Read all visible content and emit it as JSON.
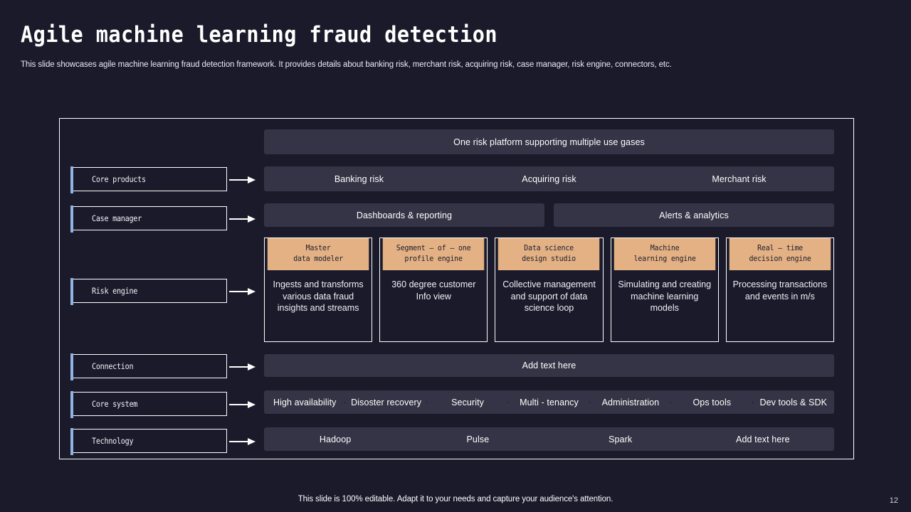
{
  "header": {
    "title": "Agile machine learning fraud detection",
    "subtitle": "This slide showcases agile machine learning fraud detection framework. It provides details about banking risk, merchant risk, acquiring risk, case manager, risk engine, connectors, etc."
  },
  "colors": {
    "background": "#1a1a2b",
    "bar": "#343446",
    "card_header": "#e3b184",
    "accent": "#8fb4e3",
    "border": "#ffffff",
    "text": "#ffffff"
  },
  "rail": {
    "items": [
      {
        "label": "Core products"
      },
      {
        "label": "Case manager"
      },
      {
        "label": "Risk engine"
      },
      {
        "label": "Connection"
      },
      {
        "label": "Core system"
      },
      {
        "label": "Technology"
      }
    ]
  },
  "content": {
    "platform_bar": "One risk platform  supporting  multiple use gases",
    "risk_row": [
      "Banking risk",
      "Acquiring risk",
      "Merchant risk"
    ],
    "case_manager_row": [
      "Dashboards  & reporting",
      "Alerts & analytics"
    ],
    "engine_cards": [
      {
        "title": "Master\ndata modeler",
        "title_line1": "Master",
        "title_line2": "data modeler",
        "body": "Ingests and transforms various data fraud insights and streams"
      },
      {
        "title_line1": "Segment  – of – one",
        "title_line2": "profile  engine",
        "body": "360 degree customer Info view"
      },
      {
        "title_line1": "Data  science",
        "title_line2": "design  studio",
        "body": "Collective management and support of data science loop"
      },
      {
        "title_line1": "Machine",
        "title_line2": "learning  engine",
        "body": "Simulating and creating machine learning models"
      },
      {
        "title_line1": "Real  – time",
        "title_line2": "decision  engine",
        "body": "Processing transactions and events in m/s"
      }
    ],
    "connection_bar": "Add  text here",
    "core_system_row": [
      "High availability",
      "Disoster recovery",
      "Security",
      "Multi - tenancy",
      "Administration",
      "Ops tools",
      "Dev tools & SDK"
    ],
    "technology_row": [
      "Hadoop",
      "Pulse",
      "Spark",
      "Add  text here"
    ]
  },
  "footer": {
    "note": "This slide is 100% editable. Adapt it to your needs and capture your audience's attention.",
    "page_number": "12"
  }
}
